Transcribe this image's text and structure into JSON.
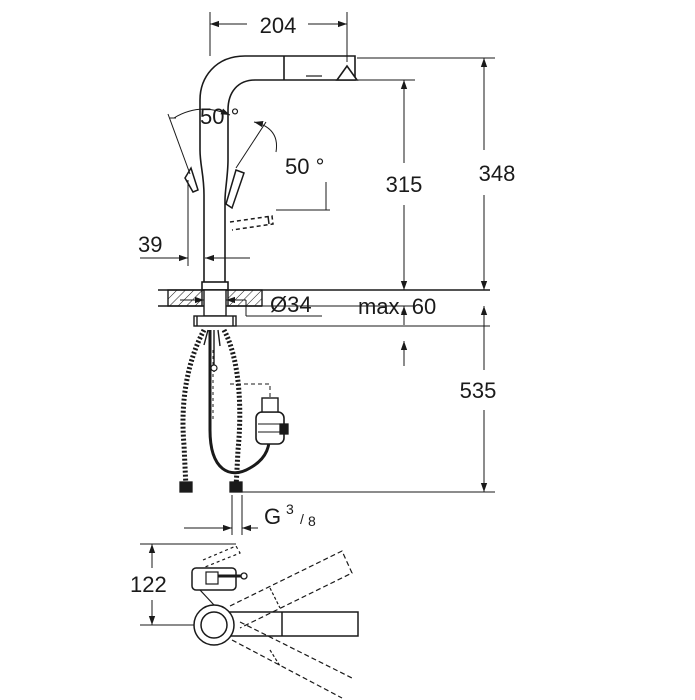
{
  "dimensions": {
    "width_top": "204",
    "height_spout": "315",
    "height_total": "348",
    "lever_angle_left": "50 °",
    "lever_angle_right": "50 °",
    "lever_offset": "39",
    "hole_diameter": "Ø34",
    "max_thickness": "max. 60",
    "hose_length": "535",
    "thread_main": "G",
    "thread_num": "3",
    "thread_den": "8",
    "plan_depth": "122"
  },
  "colors": {
    "line": "#1a1a1a",
    "fill": "#ffffff"
  }
}
